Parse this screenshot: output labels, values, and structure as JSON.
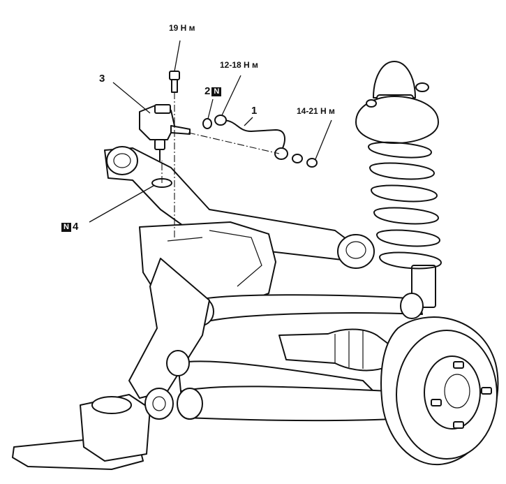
{
  "figure": {
    "title": "Rear suspension – height sensor link installation"
  },
  "callouts": {
    "torque_bolt": "19 Н м",
    "torque_link_upper": "12-18 Н м",
    "torque_link_lower": "14-21 Н м",
    "part_3": "3",
    "part_2": "2",
    "part_2_tag": "N",
    "part_1": "1",
    "part_4": "4",
    "part_4_tag": "N"
  }
}
